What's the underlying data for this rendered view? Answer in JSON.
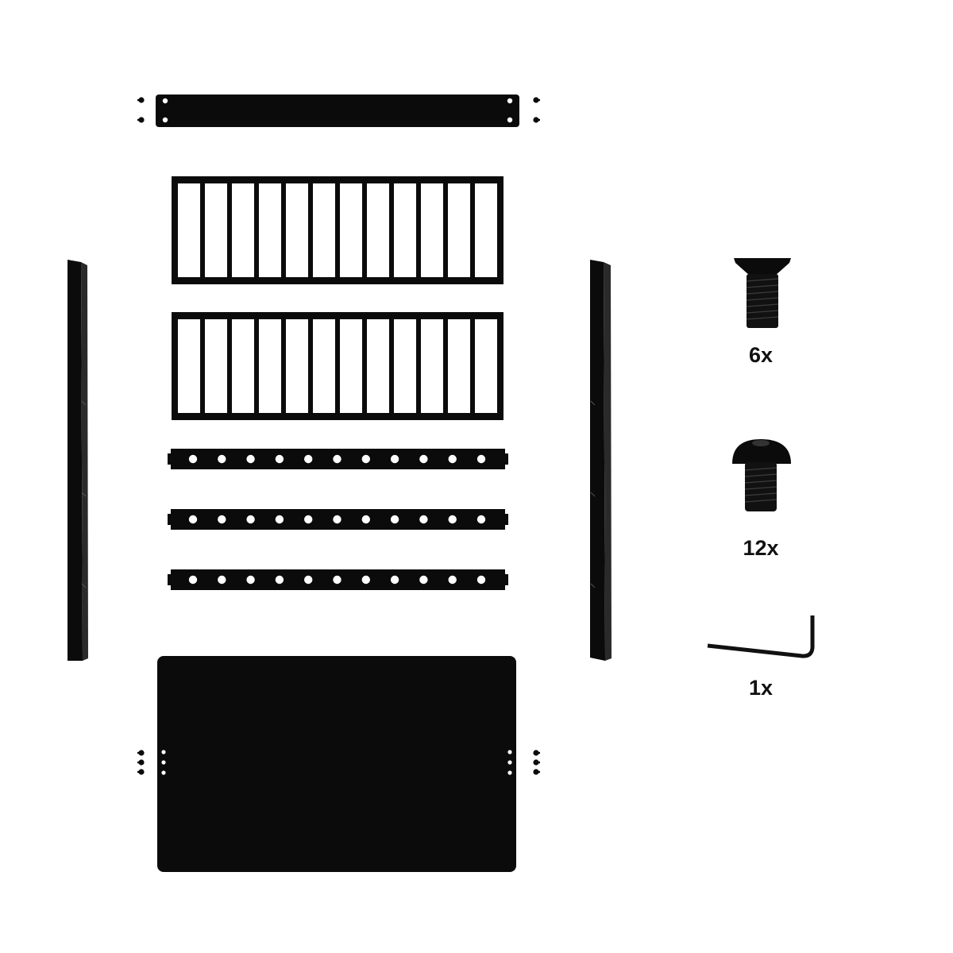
{
  "colors": {
    "part": "#0b0b0b",
    "background": "#ffffff",
    "label": "#111111"
  },
  "hardware": [
    {
      "name": "countersunk-screw",
      "icon": "countersunk-screw-icon",
      "quantity_label": "6x"
    },
    {
      "name": "button-head-screw",
      "icon": "button-head-screw-icon",
      "quantity_label": "12x"
    },
    {
      "name": "hex-key",
      "icon": "hex-key-icon",
      "quantity_label": "1x"
    }
  ]
}
